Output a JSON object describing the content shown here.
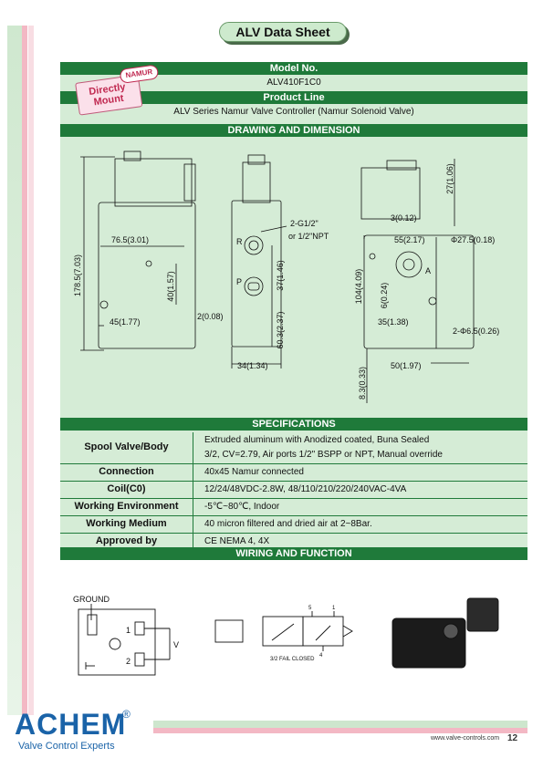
{
  "title": "ALV Data Sheet",
  "badge": {
    "line1": "Directly",
    "line2": "Mount",
    "tag": "NAMUR"
  },
  "model": {
    "heading": "Model No.",
    "value": "ALV410F1C0"
  },
  "product": {
    "heading": "Product Line",
    "value": "ALV Series Namur Valve Controller  (Namur Solenoid Valve)"
  },
  "drawing": {
    "heading": "DRAWING AND DIMENSION",
    "dims": {
      "d1": "76.5(3.01)",
      "d2": "178.5(7.03)",
      "d3": "40(1.57)",
      "d4": "45(1.77)",
      "d5": "2-G1/2\"",
      "d6": "or 1/2\"NPT",
      "d7": "R",
      "d8": "P",
      "d9": "37(1.46)",
      "d10": "60.3(2.37)",
      "d11": "2(0.08)",
      "d12": "34(1.34)",
      "d13": "27(1.06)",
      "d14": "3(0.12)",
      "d15": "55(2.17)",
      "d16": "Φ27.5(0.18)",
      "d17": "A",
      "d18": "104(4.09)",
      "d19": "6(0.24)",
      "d20": "35(1.38)",
      "d21": "2-Φ6.5(0.26)",
      "d22": "8.3(0.33)",
      "d23": "50(1.97)"
    }
  },
  "specs": {
    "heading": "SPECIFICATIONS",
    "rows": [
      {
        "label": "Spool Valve/Body",
        "value": "Extruded aluminum with Anodized coated, Buna Sealed",
        "value2": "3/2, CV=2.79, Air ports 1/2\" BSPP or NPT, Manual override"
      },
      {
        "label": "Connection",
        "value": "40x45 Namur connected"
      },
      {
        "label": "Coil(C0)",
        "value": "12/24/48VDC-2.8W, 48/110/210/220/240VAC-4VA"
      },
      {
        "label": "Working Environment",
        "value": "-5℃~80℃,  Indoor"
      },
      {
        "label": "Working Medium",
        "value": "40 micron filtered and dried air at 2~8Bar."
      },
      {
        "label": "Approved by",
        "value": "CE       NEMA 4, 4X"
      }
    ]
  },
  "wiring": {
    "heading": "WIRING AND FUNCTION",
    "ground": "GROUND",
    "pin1": "1",
    "pin2": "2",
    "volt": "V",
    "port5": "5",
    "port1": "1",
    "port4": "4",
    "caption": "3/2 FAIL CLOSED"
  },
  "logo": {
    "name": "ACHEM",
    "reg": "®",
    "tagline": "Valve Control Experts"
  },
  "footer": {
    "url": "www.valve-controls.com",
    "page": "12"
  },
  "colors": {
    "bar": "#1f7a3a",
    "panel": "#d5ecd6",
    "accent": "#c02850",
    "logo": "#1a63a8"
  }
}
